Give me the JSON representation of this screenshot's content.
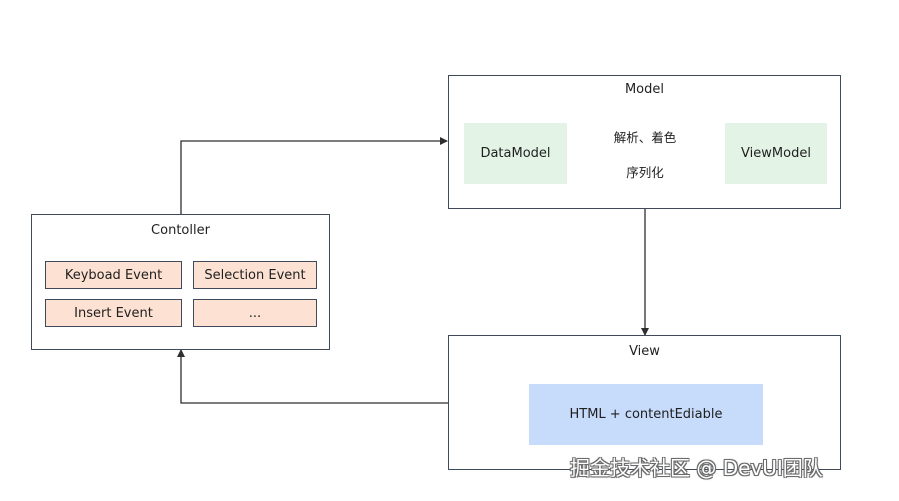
{
  "controller": {
    "title": "Contoller",
    "events": [
      "Keyboad Event",
      "Selection Event",
      "Insert Event",
      "..."
    ]
  },
  "model": {
    "title": "Model",
    "left_cell": "DataModel",
    "right_cell": "ViewModel",
    "label_top": "解析、着色",
    "label_bottom": "序列化"
  },
  "view": {
    "title": "View",
    "cell": "HTML + contentEdiable"
  },
  "watermark": "掘金技术社区 @ DevUI团队",
  "colors": {
    "border": "#3f4a5a",
    "event_fill": "#fde2d3",
    "model_cell_fill": "#e3f4e6",
    "view_cell_fill": "#c7dbfb"
  }
}
